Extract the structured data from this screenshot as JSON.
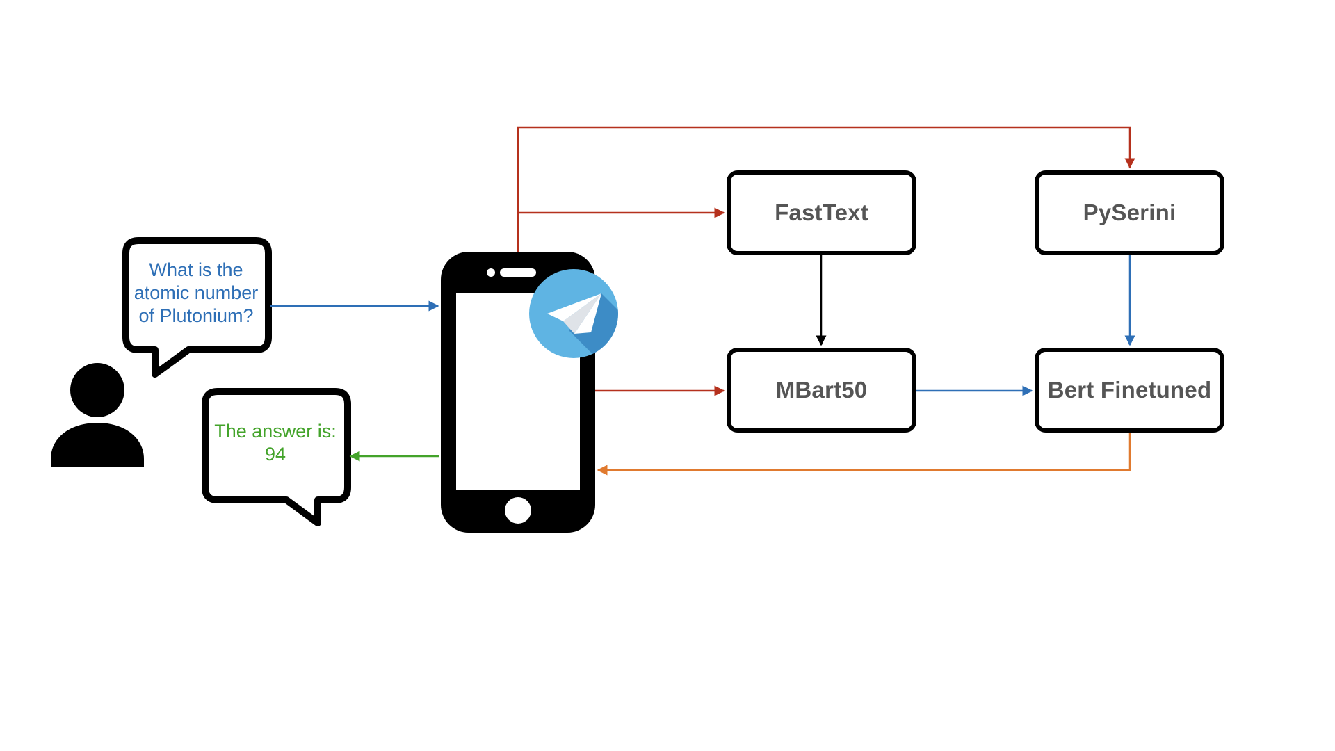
{
  "question_bubble": {
    "lines": [
      "What is the",
      "atomic number",
      "of Plutonium?"
    ]
  },
  "answer_bubble": {
    "lines": [
      "The answer is:",
      "94"
    ]
  },
  "nodes": {
    "fasttext": "FastText",
    "pyserini": "PySerini",
    "mbart": "MBart50",
    "bert": "Bert Finetuned"
  },
  "icons": {
    "user": "user-icon",
    "phone": "smartphone-icon",
    "app": "telegram-icon"
  },
  "colors": {
    "question": "#2e6fb6",
    "answer": "#43a32a",
    "dispatch": "#b5311d",
    "result": "#e07a2f",
    "internal": "#000000",
    "telegram": "#5fb4e3",
    "box_text": "#555555"
  }
}
